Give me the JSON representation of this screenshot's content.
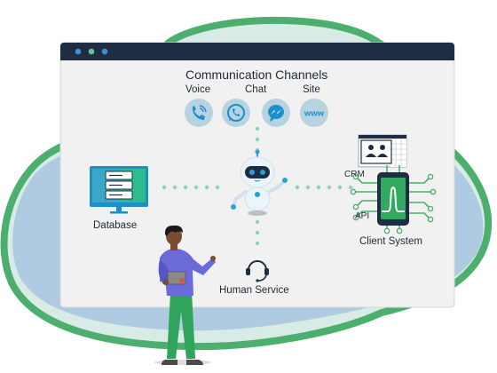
{
  "diagram": {
    "title": "Communication Channels",
    "channels": [
      {
        "label": "Voice",
        "icon": "phone-icon",
        "color": "#b7d3df"
      },
      {
        "label": "Chat",
        "icon": "whatsapp-icon",
        "color": "#b7d3df"
      },
      {
        "label": "Site",
        "icon": "messenger-icon",
        "color": "#b7d3df"
      },
      {
        "label": "",
        "icon": "www-icon",
        "color": "#b7d3df"
      }
    ],
    "site_icon_text": "www",
    "nodes": {
      "database": "Database",
      "human_service": "Human Service",
      "client_system": "Client System",
      "crm": "CRM",
      "api": "API"
    },
    "colors": {
      "window_bar": "#1f2d44",
      "window_body": "#f0f0f0",
      "blob_green": "#4caf6e",
      "blob_blue": "#9fc3df",
      "robot_accent": "#29a3d6",
      "dots": "#8ed0c2",
      "person_shirt": "#6a6ad8",
      "person_pants": "#2fa45a"
    }
  }
}
